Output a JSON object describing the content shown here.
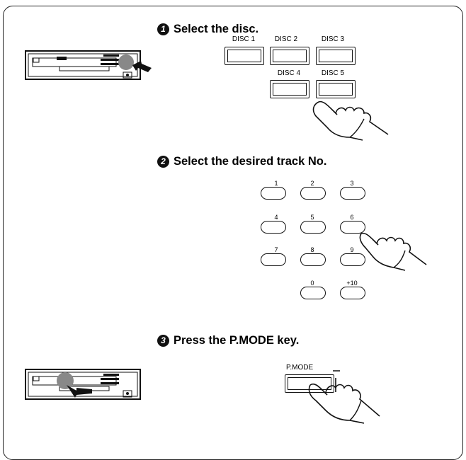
{
  "steps": [
    {
      "num": "1",
      "text": "Select the disc."
    },
    {
      "num": "2",
      "text": "Select the desired track No."
    },
    {
      "num": "3",
      "text": "Press the P.MODE key."
    }
  ],
  "disc_buttons": [
    "DISC 1",
    "DISC 2",
    "DISC 3",
    "DISC 4",
    "DISC 5"
  ],
  "number_keys": [
    "1",
    "2",
    "3",
    "4",
    "5",
    "6",
    "7",
    "8",
    "9",
    "0",
    "+10"
  ],
  "pmode_label": "P.MODE",
  "icons": [
    "cd-changer-unit-icon",
    "arrow-icon",
    "pointing-hand-icon"
  ]
}
